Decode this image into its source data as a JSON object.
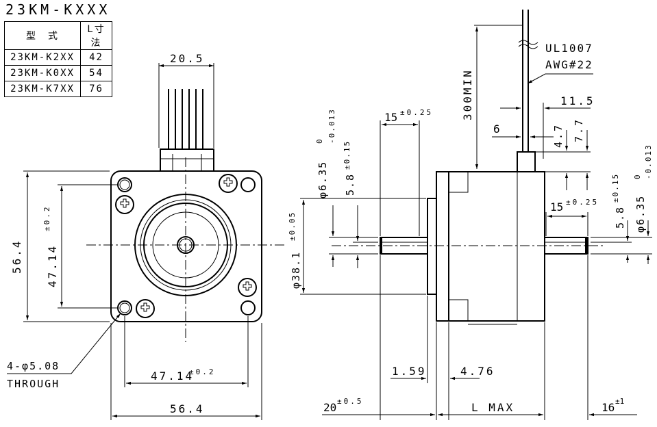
{
  "title": "23KM-KXXX",
  "table": {
    "headers": [
      "型　式",
      "L寸法"
    ],
    "rows": [
      {
        "model": "23KM-K2XX",
        "l": "42"
      },
      {
        "model": "23KM-K0XX",
        "l": "54"
      },
      {
        "model": "23KM-K7XX",
        "l": "76"
      }
    ]
  },
  "front_view": {
    "connector_width": "20.5",
    "height": "56.4",
    "hole_pitch_v": "47.14",
    "hole_pitch_v_tol": "±0.2",
    "hole_pitch_h": "47.14",
    "hole_pitch_h_tol": "±0.2",
    "width": "56.4",
    "hole_note_1": "4-φ5.08",
    "hole_note_2": "THROUGH"
  },
  "side_view": {
    "lead_wire_1": "UL1007",
    "lead_wire_2": "AWG#22",
    "lead_length": "300MIN",
    "lead_offset": "11.5",
    "lead_dim_6": "6",
    "lead_dim_47": "4.7",
    "lead_dim_77": "7.7",
    "front_flat_len": "15",
    "front_flat_tol": "±0.25",
    "shaft_dia": "φ6.35",
    "shaft_tol_upper": "0",
    "shaft_tol_lower": "-0.013",
    "flat_depth": "5.8",
    "flat_depth_tol": "±0.15",
    "pilot_dia": "φ38.1",
    "pilot_tol": "±0.05",
    "rear_flat_len": "15",
    "rear_flat_tol": "±0.25",
    "rear_flat_depth": "5.8",
    "rear_flat_depth_tol": "±0.15",
    "rear_shaft_dia": "φ6.35",
    "rear_shaft_tol_upper": "0",
    "rear_shaft_tol_lower": "-0.013",
    "pilot_depth": "1.59",
    "flange_thk": "4.76",
    "front_shaft_len": "20",
    "front_shaft_len_tol": "±0.5",
    "body_len": "L MAX",
    "rear_shaft_len": "16",
    "rear_shaft_len_tol": "±1"
  }
}
